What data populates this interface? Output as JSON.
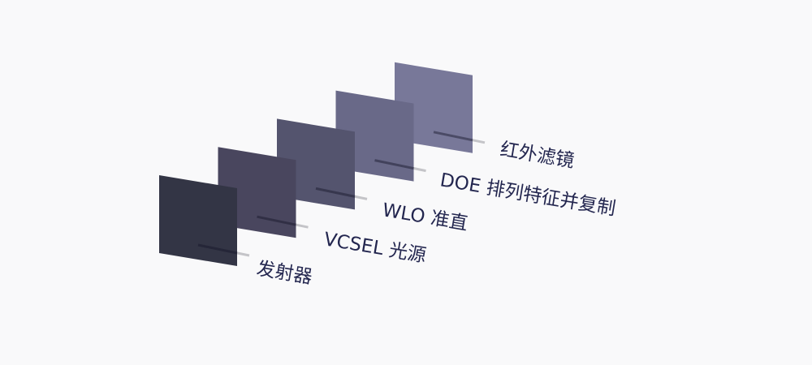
{
  "layers": [
    {
      "label": "发射器",
      "color": "#333545"
    },
    {
      "label": "VCSEL 光源",
      "color": "#49465e"
    },
    {
      "label": "WLO 准直",
      "color": "#54546e"
    },
    {
      "label": "DOE 排列特征并复制",
      "color": "#696988"
    },
    {
      "label": "红外滤镜",
      "color": "#787899"
    }
  ]
}
